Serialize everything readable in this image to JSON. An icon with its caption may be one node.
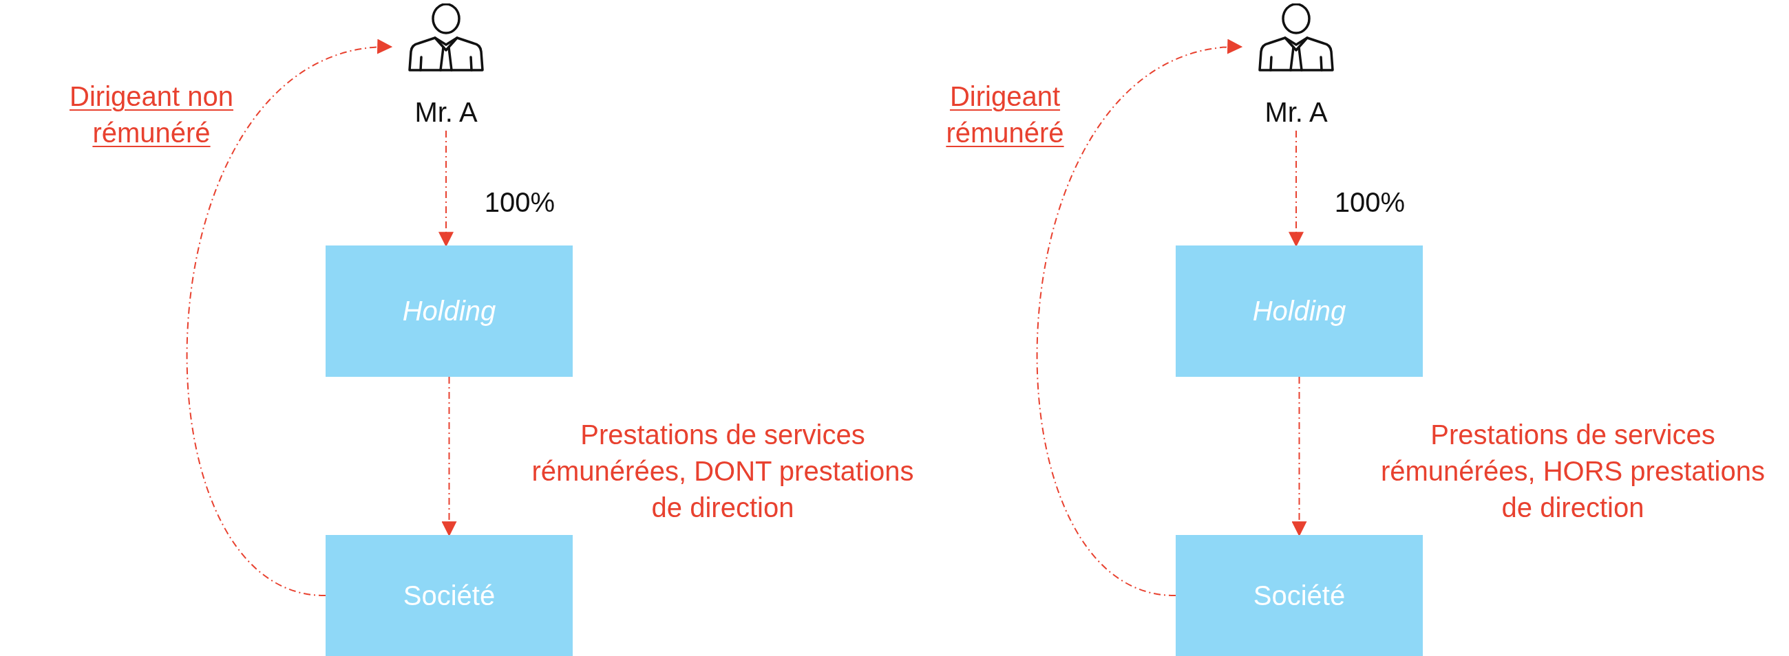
{
  "diagram": {
    "nodes": [
      {
        "text": [
          "Mr. A"
        ]
      },
      {
        "text": [
          "Holding"
        ]
      },
      {
        "text": [
          "Société"
        ]
      },
      {
        "text": [
          "Mr. A"
        ]
      },
      {
        "text": [
          "Holding"
        ]
      },
      {
        "text": [
          "Société"
        ]
      }
    ],
    "edges": [
      {
        "from": 0,
        "to": 1,
        "arrow": "to",
        "label": "100%"
      },
      {
        "from": 1,
        "to": 2,
        "arrow": "to",
        "label": "Prestations de services rémunérées, DONT prestations de direction"
      },
      {
        "from": 2,
        "to": 0,
        "arrow": "to",
        "label": "Dirigeant non rémunéré"
      },
      {
        "from": 3,
        "to": 4,
        "arrow": "to",
        "label": "100%"
      },
      {
        "from": 4,
        "to": 5,
        "arrow": "to",
        "label": "Prestations de services rémunérées, HORS prestations de direction"
      },
      {
        "from": 5,
        "to": 3,
        "arrow": "to",
        "label": "Dirigeant rémunéré"
      }
    ]
  }
}
